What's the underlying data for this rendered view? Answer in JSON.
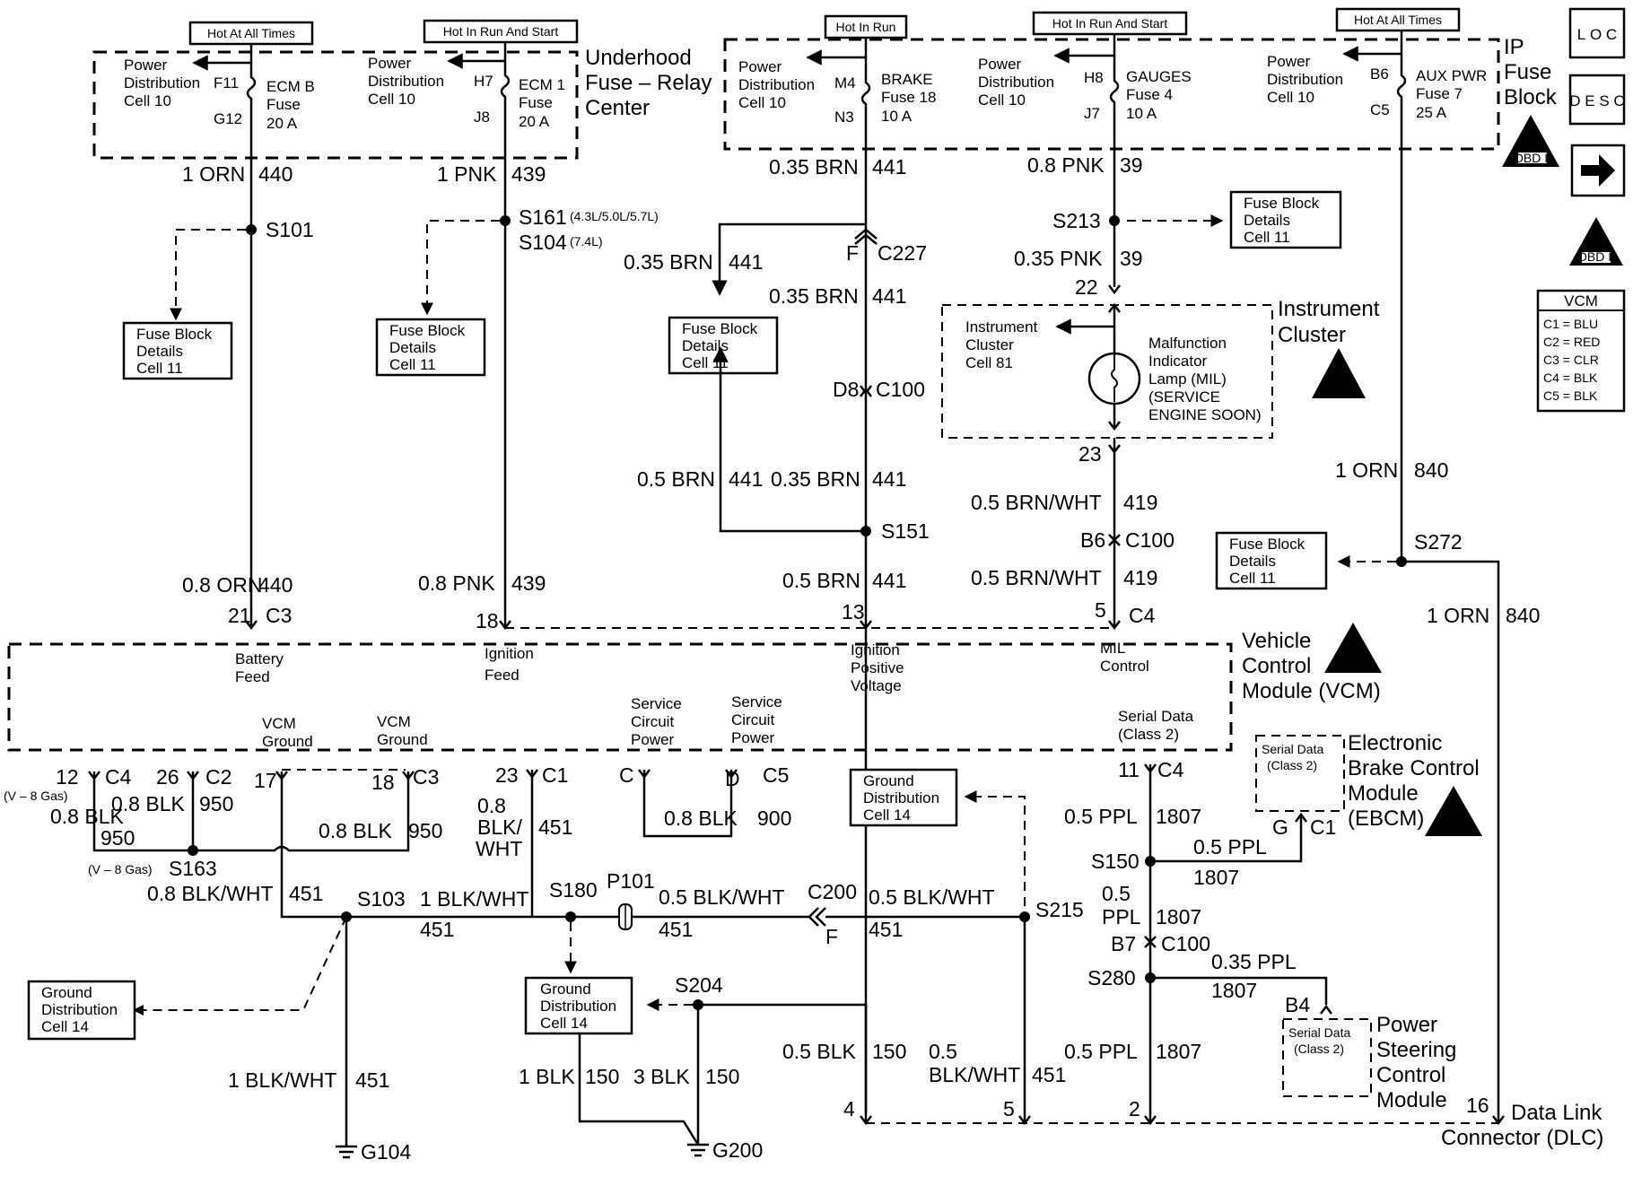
{
  "hot": {
    "always": "Hot At All Times",
    "run_start": "Hot In Run And Start",
    "run": "Hot In Run"
  },
  "pdc": {
    "l1": "Power",
    "l2": "Distribution",
    "l3": "Cell 10"
  },
  "fuses": {
    "ecmb": {
      "in": "F11",
      "out": "G12",
      "name1": "ECM B",
      "name2": "Fuse",
      "amp": "20 A"
    },
    "ecm1": {
      "in": "H7",
      "out": "J8",
      "name1": "ECM 1",
      "name2": "Fuse",
      "amp": "20 A"
    },
    "brake": {
      "in": "M4",
      "out": "N3",
      "name1": "BRAKE",
      "name2": "Fuse 18",
      "amp": "10 A"
    },
    "gauges": {
      "in": "H8",
      "out": "J7",
      "name1": "GAUGES",
      "name2": "Fuse 4",
      "amp": "10 A"
    },
    "auxpwr": {
      "in": "B6",
      "out": "C5",
      "name1": "AUX PWR",
      "name2": "Fuse 7",
      "amp": "25 A"
    }
  },
  "underhood": {
    "l1": "Underhood",
    "l2": "Fuse – Relay",
    "l3": "Center"
  },
  "ipblock": {
    "l1": "IP",
    "l2": "Fuse",
    "l3": "Block"
  },
  "side_icons": {
    "loc": "L O C",
    "desc": "D E S C",
    "obd": "OBD II"
  },
  "vcm_legend": {
    "title": "VCM",
    "rows": [
      "C1 = BLU",
      "C2 = RED",
      "C3 = CLR",
      "C4 = BLK",
      "C5 = BLK"
    ]
  },
  "wires": {
    "w440_top": {
      "gauge": "1 ORN",
      "circuit": "440"
    },
    "w439_top": {
      "gauge": "1 PNK",
      "circuit": "439"
    },
    "w441_top": {
      "gauge": "0.35 BRN",
      "circuit": "441"
    },
    "w39_top": {
      "gauge": "0.8 PNK",
      "circuit": "39"
    },
    "w39_mid": {
      "gauge": "0.35 PNK",
      "circuit": "39"
    },
    "w441_a": {
      "gauge": "0.35 BRN",
      "circuit": "441"
    },
    "w441_b": {
      "gauge": "0.35 BRN",
      "circuit": "441"
    },
    "w441_c": {
      "gauge": "0.5 BRN",
      "circuit": "441"
    },
    "w441_d": {
      "gauge": "0.35 BRN",
      "circuit": "441"
    },
    "w441_e": {
      "gauge": "0.5 BRN",
      "circuit": "441"
    },
    "w419_a": {
      "gauge": "0.5 BRN/WHT",
      "circuit": "419"
    },
    "w419_b": {
      "gauge": "0.5 BRN/WHT",
      "circuit": "419"
    },
    "w840_a": {
      "gauge": "1 ORN",
      "circuit": "840"
    },
    "w840_b": {
      "gauge": "1 ORN",
      "circuit": "840"
    },
    "w440_bot": {
      "gauge": "0.8 ORN",
      "circuit": "440"
    },
    "w439_bot": {
      "gauge": "0.8 PNK",
      "circuit": "439"
    },
    "w950_a": {
      "gauge": "0.8 BLK",
      "circuit": "950"
    },
    "w950_b": {
      "gauge": "0.8 BLK",
      "circuit": "950"
    },
    "w950_c": {
      "gauge": "0.8 BLK",
      "circuit": "950"
    },
    "w451_a": {
      "g1": "0.8",
      "g2": "BLK/",
      "g3": "WHT",
      "circuit": "451"
    },
    "w900": {
      "gauge": "0.8 BLK",
      "circuit": "900"
    },
    "w451_b": {
      "gauge": "0.8 BLK/WHT",
      "circuit": "451"
    },
    "w451_c": {
      "gauge": "1 BLK/WHT",
      "circuit": "451"
    },
    "w451_d": {
      "gauge": "0.5 BLK/WHT",
      "circuit": "451"
    },
    "w451_e": {
      "gauge": "0.5 BLK/WHT",
      "circuit": "451"
    },
    "w451_f": {
      "gauge": "1 BLK/WHT",
      "circuit": "451"
    },
    "w150_a": {
      "gauge": "1 BLK",
      "circuit": "150"
    },
    "w150_b": {
      "gauge": "3 BLK",
      "circuit": "150"
    },
    "w150_c": {
      "gauge": "0.5 BLK",
      "circuit": "150"
    },
    "w451_g": {
      "g1": "0.5",
      "g2": "BLK/WHT",
      "circuit": "451"
    },
    "w1807_a": {
      "gauge": "0.5 PPL",
      "circuit": "1807"
    },
    "w1807_b": {
      "gauge": "0.5 PPL",
      "circuit": "1807"
    },
    "w1807_c": {
      "g1": "0.5",
      "g2": "PPL",
      "circuit": "1807"
    },
    "w1807_d": {
      "gauge": "0.35 PPL",
      "circuit": "1807"
    },
    "w1807_e": {
      "gauge": "0.5 PPL",
      "circuit": "1807"
    }
  },
  "splices": {
    "s101": "S101",
    "s161": "S161",
    "s161_note": "(4.3L/5.0L/5.7L)",
    "s104": "S104",
    "s104_note": "(7.4L)",
    "s213": "S213",
    "s151": "S151",
    "s272": "S272",
    "s163": "S163",
    "s163_note": "(V – 8 Gas)",
    "s103": "S103",
    "s180": "S180",
    "s215": "S215",
    "s204": "S204",
    "s150": "S150",
    "s280": "S280",
    "p101": "P101"
  },
  "connectors": {
    "c227_pin": "F",
    "c227": "C227",
    "c100a_pin": "D8",
    "c100a": "C100",
    "c100b_pin": "B6",
    "c100b": "C100",
    "c100c_pin": "B7",
    "c100c": "C100",
    "c200": "C200",
    "c200_pin": "F",
    "ic_in": "22",
    "ic_out": "23",
    "c3_pin21": "21",
    "c3": "C3",
    "pin18": "18",
    "pin13": "13",
    "c4_pin5": "5",
    "c4": "C4",
    "c4_pin12": "12",
    "c4_low": "C4",
    "v8gas": "(V – 8 Gas)",
    "c2_pin26": "26",
    "c2": "C2",
    "pin17": "17",
    "c3_pin18": "18",
    "c3_low": "C3",
    "c1_pin23": "23",
    "c1": "C1",
    "c5_pinC": "C",
    "c5_pinD": "D",
    "c5": "C5",
    "c4_pin11": "11",
    "c4_b": "C4",
    "ebcm_pin": "G",
    "ebcm_c": "C1",
    "ps_pin": "B4",
    "dlc4": "4",
    "dlc5": "5",
    "dlc2": "2",
    "dlc16": "16"
  },
  "refs": {
    "fbd": {
      "l1": "Fuse Block",
      "l2": "Details",
      "l3": "Cell 11"
    },
    "gnd": {
      "l1": "Ground",
      "l2": "Distribution",
      "l3": "Cell 14"
    }
  },
  "ic": {
    "ref1": "Instrument",
    "ref2": "Cluster",
    "ref3": "Cell 81",
    "m1": "Malfunction",
    "m2": "Indicator",
    "m3": "Lamp (MIL)",
    "m4": "(SERVICE",
    "m5": "ENGINE SOON)",
    "t1": "Instrument",
    "t2": "Cluster"
  },
  "vcm": {
    "t1": "Vehicle",
    "t2": "Control",
    "t3": "Module (VCM)",
    "battery1": "Battery",
    "battery2": "Feed",
    "ign1": "Ignition",
    "ign2": "Feed",
    "ipv1": "Ignition",
    "ipv2": "Positive",
    "ipv3": "Voltage",
    "mil1": "MIL",
    "mil2": "Control",
    "gnd1": "VCM",
    "gnd2": "Ground",
    "scp1": "Service",
    "scp2": "Circuit",
    "scp3": "Power",
    "sd1": "Serial Data",
    "sd2": "(Class 2)"
  },
  "ebcm": {
    "t1": "Electronic",
    "t2": "Brake Control",
    "t3": "Module",
    "t4": "(EBCM)",
    "sd1": "Serial Data",
    "sd2": "(Class 2)"
  },
  "pscm": {
    "t1": "Power",
    "t2": "Steering",
    "t3": "Control",
    "t4": "Module",
    "sd1": "Serial Data",
    "sd2": "(Class 2)"
  },
  "dlc": {
    "t1": "Data Link",
    "t2": "Connector (DLC)"
  },
  "grounds": {
    "g104": "G104",
    "g200": "G200"
  }
}
